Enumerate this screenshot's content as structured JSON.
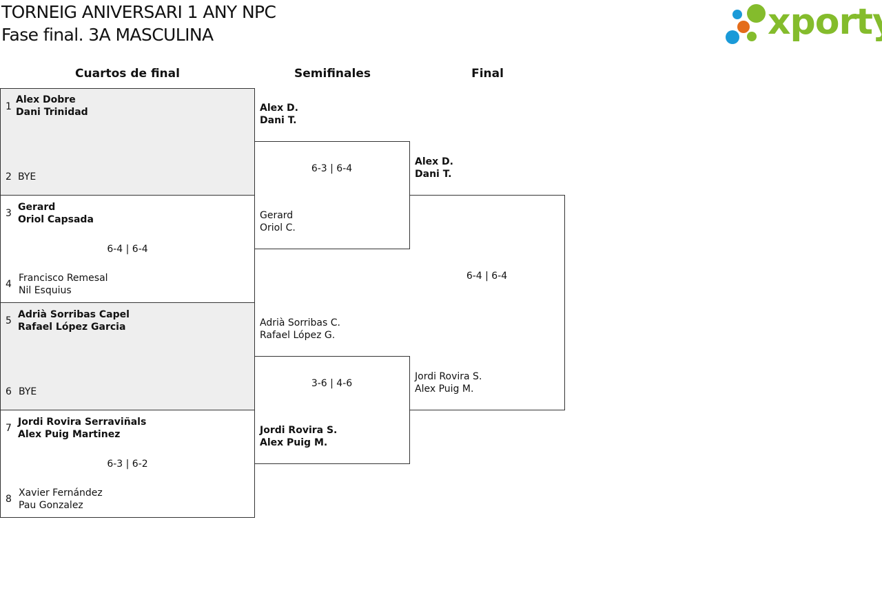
{
  "header": {
    "title": "TORNEIG ANIVERSARI 1 ANY NPC",
    "subtitle": "Fase final. 3A MASCULINA",
    "logo_text": "xporty",
    "logo_colors": {
      "blue": "#1a9ad8",
      "orange": "#e46c1a",
      "green": "#84bc2c"
    }
  },
  "rounds": {
    "quarterfinals": "Cuartos de final",
    "semifinals": "Semifinales",
    "final": "Final"
  },
  "quarterfinals": [
    {
      "top_seed": "1",
      "top": [
        "Alex Dobre",
        "Dani Trinidad"
      ],
      "bottom_seed": "2",
      "bottom": [
        "BYE"
      ],
      "score": ""
    },
    {
      "top_seed": "3",
      "top": [
        "Gerard",
        "Oriol Capsada"
      ],
      "bottom_seed": "4",
      "bottom": [
        "Francisco Remesal",
        "Nil Esquius"
      ],
      "score": "6-4 | 6-4"
    },
    {
      "top_seed": "5",
      "top": [
        "Adrià Sorribas Capel",
        "Rafael López Garcia"
      ],
      "bottom_seed": "6",
      "bottom": [
        "BYE"
      ],
      "score": ""
    },
    {
      "top_seed": "7",
      "top": [
        "Jordi Rovira Serraviñals",
        "Alex Puig Martinez"
      ],
      "bottom_seed": "8",
      "bottom": [
        "Xavier Fernández",
        "Pau Gonzalez"
      ],
      "score": "6-3 | 6-2"
    }
  ],
  "semifinals": [
    {
      "top": [
        "Alex D.",
        "Dani T."
      ],
      "bottom": [
        "Gerard",
        "Oriol C."
      ],
      "score": "6-3 | 6-4"
    },
    {
      "top": [
        "Adrià Sorribas C.",
        "Rafael López G."
      ],
      "bottom": [
        "Jordi Rovira S.",
        "Alex Puig M."
      ],
      "score": "3-6 | 4-6"
    }
  ],
  "final": {
    "top": [
      "Alex D.",
      "Dani T."
    ],
    "bottom": [
      "Jordi Rovira S.",
      "Alex Puig M."
    ],
    "score": "6-4 | 6-4"
  }
}
